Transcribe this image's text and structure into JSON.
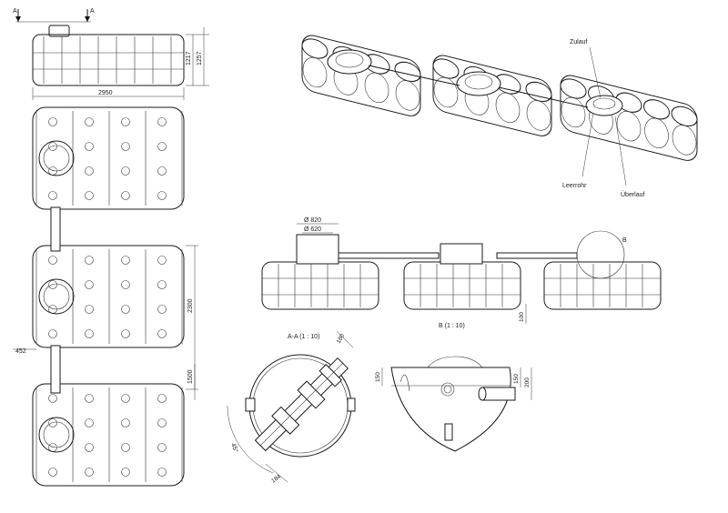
{
  "section_marks": {
    "left": "A",
    "right": "A"
  },
  "top_view": {
    "height_a": "1217",
    "height_b": "1257",
    "length": "2950"
  },
  "plan_view": {
    "spacing": "2300",
    "offset": "452",
    "spacing_b": "1500"
  },
  "iso_view": {
    "label_inlet": "Zulauf",
    "label_drain": "Leerrohr",
    "label_overflow": "Überlauf"
  },
  "side_view": {
    "dia_outer": "Ø 820",
    "dia_inner": "Ø 620",
    "detail_mark": "B",
    "dim_bottom": "100"
  },
  "section_view": {
    "title": "A-A (1 : 10)",
    "dim_top": "180",
    "angle": "45°",
    "dim_bottom": "184"
  },
  "detail_view": {
    "title": "B (1 : 10)",
    "dim_left": "150",
    "dim_right_a": "150",
    "dim_right_b": "200"
  }
}
